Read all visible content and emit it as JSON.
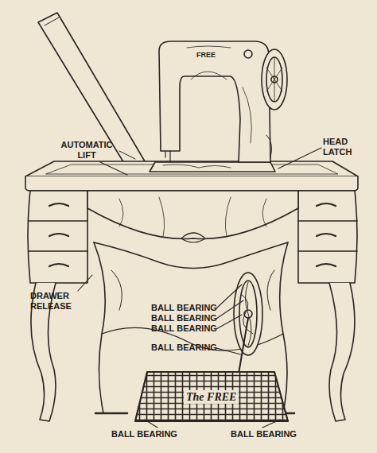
{
  "diagram": {
    "labels": [
      "AUTOMATIC LIFT",
      "HEAD LATCH",
      "FREE",
      "DRAWER RELEASE",
      "BALL BEARING",
      "BALL BEARING",
      "BALL BEARING",
      "BALL BEARING",
      "The FREE",
      "BALL BEARING",
      "BALL BEARING"
    ]
  }
}
